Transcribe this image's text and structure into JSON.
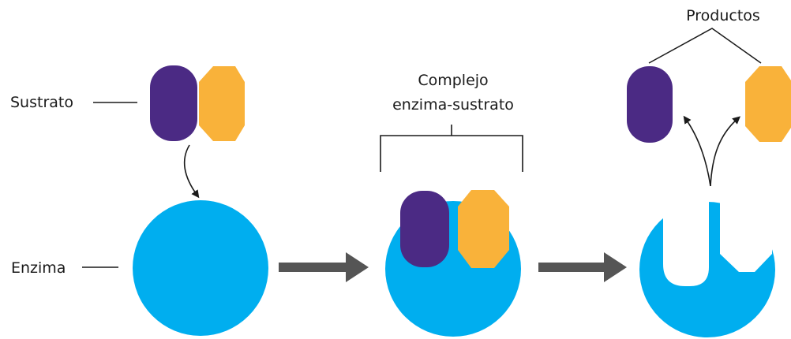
{
  "labels": {
    "substrate": "Sustrato",
    "enzyme": "Enzima",
    "complex_line1": "Complejo",
    "complex_line2": "enzima-sustrato",
    "products": "Productos"
  },
  "colors": {
    "enzyme": "#00AEEF",
    "substrate_a": "#4B2A84",
    "substrate_b": "#F9B23A",
    "arrow": "#555555",
    "line": "#1a1a1a",
    "background": "#FFFFFF"
  }
}
